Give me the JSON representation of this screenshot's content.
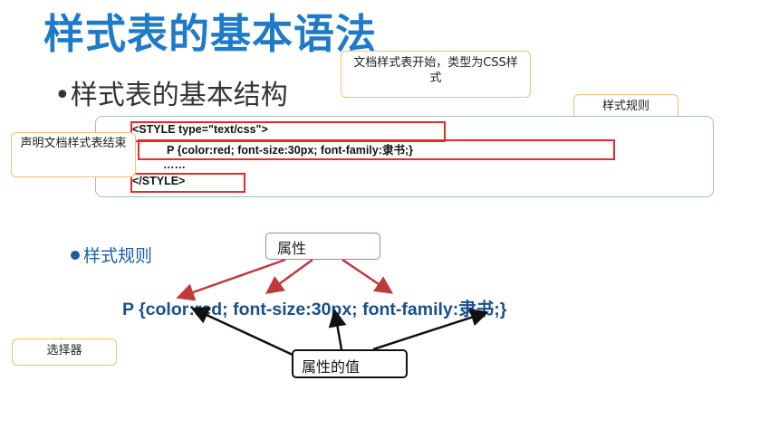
{
  "slide": {
    "title": "样式表的基本语法",
    "subtitle": "•样式表的基本结构"
  },
  "callouts": {
    "start": "文档样式表开始，类型为CSS样式",
    "style_rule": "样式规则",
    "end": "声明文档样式表结束",
    "selector": "选择器"
  },
  "code": {
    "line1": "<STYLE  type=\"text/css\">",
    "line2": "P  {color:red; font-size:30px; font-family:隶书;}",
    "line3": "……",
    "line4": "</STYLE>"
  },
  "rule_section": {
    "heading": "样式规则",
    "rule_text": "P  {color:red; font-size:30px; font-family:隶书;}",
    "property_label": "属性",
    "value_label": "属性的值"
  },
  "colors": {
    "title": "#1f7ac7",
    "highlight_box": "#e52b2b",
    "rule_text": "#1a4f8f",
    "property_arrows": "#c0393b",
    "value_arrows": "#111111"
  }
}
